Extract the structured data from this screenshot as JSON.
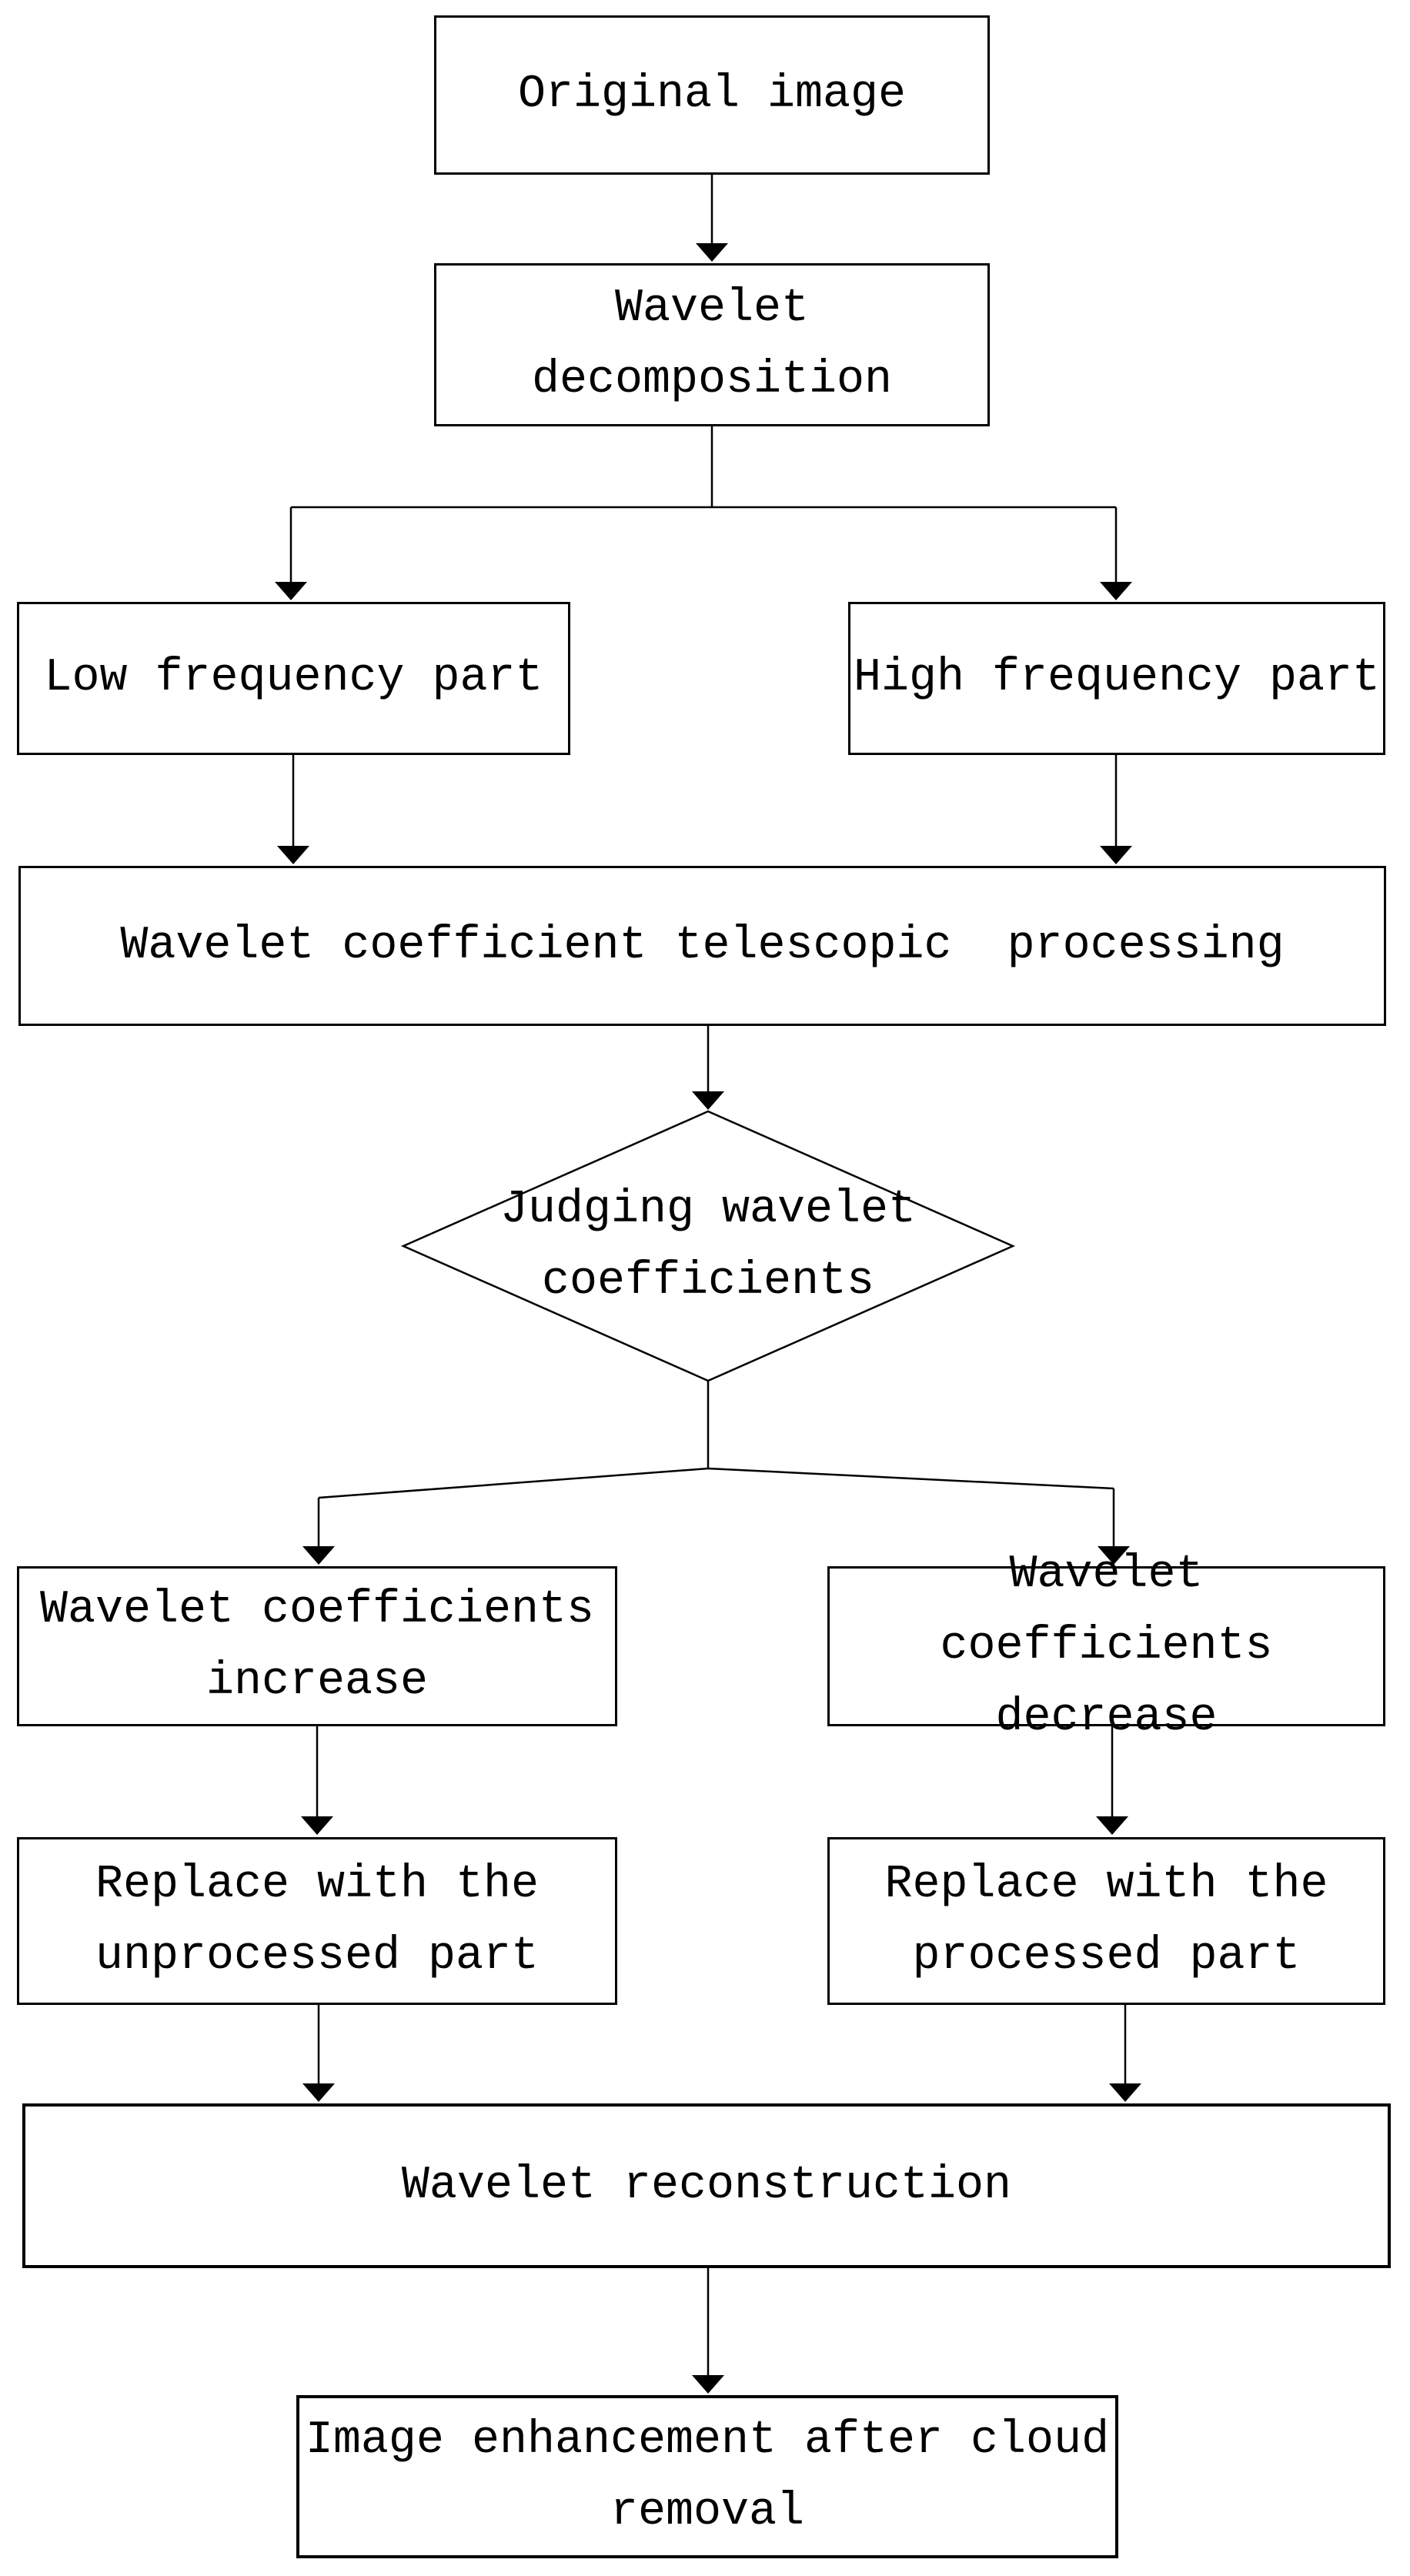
{
  "diagram": {
    "background": "#ffffff",
    "line_color": "#000000",
    "text_color": "#000000",
    "nodes": {
      "original": {
        "label": "Original image",
        "shape": "rect"
      },
      "decomposition": {
        "label": "Wavelet\ndecomposition",
        "shape": "rect"
      },
      "low_freq": {
        "label": "Low frequency part",
        "shape": "rect"
      },
      "high_freq": {
        "label": "High frequency part",
        "shape": "rect"
      },
      "telescopic": {
        "label": "Wavelet coefficient telescopic  processing",
        "shape": "rect"
      },
      "judging": {
        "label": "Judging wavelet\ncoefficients",
        "shape": "diamond"
      },
      "increase": {
        "label": "Wavelet coefficients\nincrease",
        "shape": "rect"
      },
      "decrease": {
        "label": "Wavelet coefficients\ndecrease",
        "shape": "rect"
      },
      "replace_unprocessed": {
        "label": "Replace with the\nunprocessed part",
        "shape": "rect"
      },
      "replace_processed": {
        "label": "Replace with the\nprocessed part",
        "shape": "rect"
      },
      "reconstruction": {
        "label": "Wavelet reconstruction",
        "shape": "rect"
      },
      "enhancement": {
        "label": "Image enhancement after cloud\nremoval",
        "shape": "rect"
      }
    },
    "edges": [
      {
        "from": "original",
        "to": "decomposition"
      },
      {
        "from": "decomposition",
        "to": "low_freq"
      },
      {
        "from": "decomposition",
        "to": "high_freq"
      },
      {
        "from": "low_freq",
        "to": "telescopic"
      },
      {
        "from": "high_freq",
        "to": "telescopic"
      },
      {
        "from": "telescopic",
        "to": "judging"
      },
      {
        "from": "judging",
        "to": "increase"
      },
      {
        "from": "judging",
        "to": "decrease"
      },
      {
        "from": "increase",
        "to": "replace_unprocessed"
      },
      {
        "from": "decrease",
        "to": "replace_processed"
      },
      {
        "from": "replace_unprocessed",
        "to": "reconstruction"
      },
      {
        "from": "replace_processed",
        "to": "reconstruction"
      },
      {
        "from": "reconstruction",
        "to": "enhancement"
      }
    ]
  }
}
